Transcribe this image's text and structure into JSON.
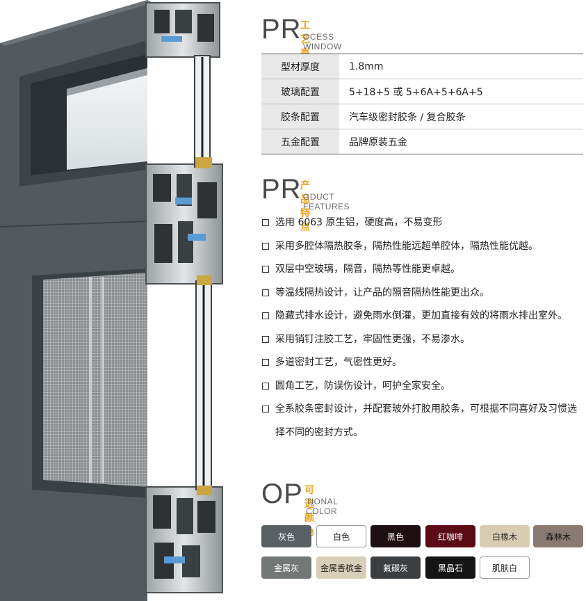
{
  "process": {
    "big": "PR",
    "cn": "工艺亮点",
    "en": "OCESS WINDOW"
  },
  "specs": [
    {
      "label": "型材厚度",
      "value": "1.8mm"
    },
    {
      "label": "玻璃配置",
      "value": "5+18+5 或 5+6A+5+6A+5"
    },
    {
      "label": "胶条配置",
      "value": " 汽车级密封胶条 / 复合胶条"
    },
    {
      "label": "五金配置",
      "value": "品牌原装五金"
    }
  ],
  "product": {
    "big": "PR",
    "cn": "产品特点",
    "en": "ODUCT FEATURES"
  },
  "features": [
    "选用 6063 原生铝，硬度高，不易变形",
    "采用多腔体隔热胶条，隔热性能远超单腔体，隔热性能优越。",
    "双层中空玻璃，隔音，隔热等性能更卓越。",
    "等温线隔热设计，让产品的隔音隔热性能更出众。",
    "隐藏式排水设计，避免雨水倒灌，更加直接有效的将雨水排出室外。",
    "采用销钉注胶工艺，牢固性更强，不易渗水。",
    "多道密封工艺，气密性更好。",
    "圆角工艺，防误伤设计，呵护全家安全。",
    "全系胶条密封设计，并配套玻外打胶用胶条，可根据不同喜好及习惯选择不同的密封方式。"
  ],
  "optional": {
    "big": "OP",
    "cn": "可选颜色",
    "en": "TIONAL COLOR"
  },
  "colors_row1": [
    {
      "name": "灰色",
      "bg": "#596064",
      "fg": "#ffffff"
    },
    {
      "name": "白色",
      "bg": "#ffffff",
      "fg": "#222222"
    },
    {
      "name": "黑色",
      "bg": "#1e0f12",
      "fg": "#ffffff"
    },
    {
      "name": "红咖啡",
      "bg": "#5a0b14",
      "fg": "#ffffff"
    },
    {
      "name": "白橡木",
      "bg": "#d9ccb0",
      "fg": "#333333"
    },
    {
      "name": "森林木",
      "bg": "#8a7a72",
      "fg": "#111111"
    }
  ],
  "colors_row2": [
    {
      "name": "金属灰",
      "bg": "#737876",
      "fg": "#ffffff"
    },
    {
      "name": "金属香槟金",
      "bg": "#d8cfb8",
      "fg": "#222222"
    },
    {
      "name": "氟碳灰",
      "bg": "#3c3f42",
      "fg": "#ffffff"
    },
    {
      "name": "黑晶石",
      "bg": "#151515",
      "fg": "#ffffff"
    },
    {
      "name": "肌肤白",
      "bg": "#ffffff",
      "fg": "#222222"
    }
  ]
}
